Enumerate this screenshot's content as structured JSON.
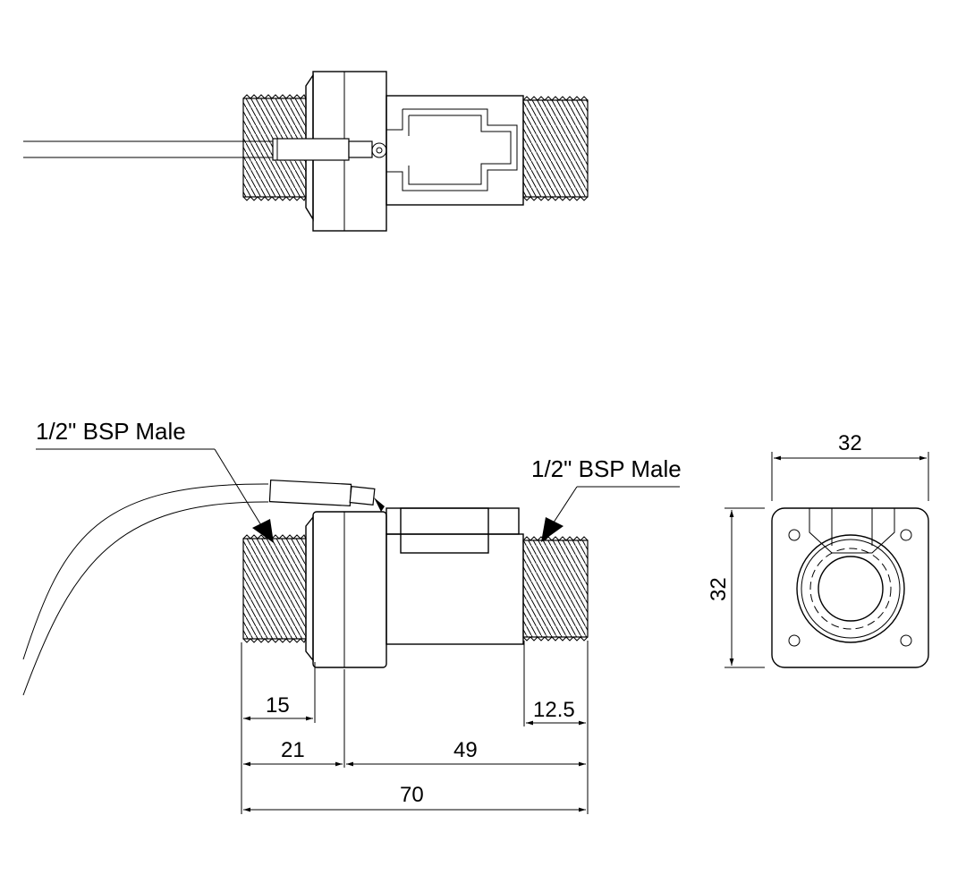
{
  "callouts": {
    "left_thread": "1/2\" BSP Male",
    "right_thread": "1/2\" BSP Male"
  },
  "dimensions": {
    "left_thread_length": "15",
    "left_to_body": "21",
    "body_to_end": "49",
    "overall_length": "70",
    "right_thread_length": "12.5",
    "flange_width": "32",
    "flange_height": "32"
  }
}
